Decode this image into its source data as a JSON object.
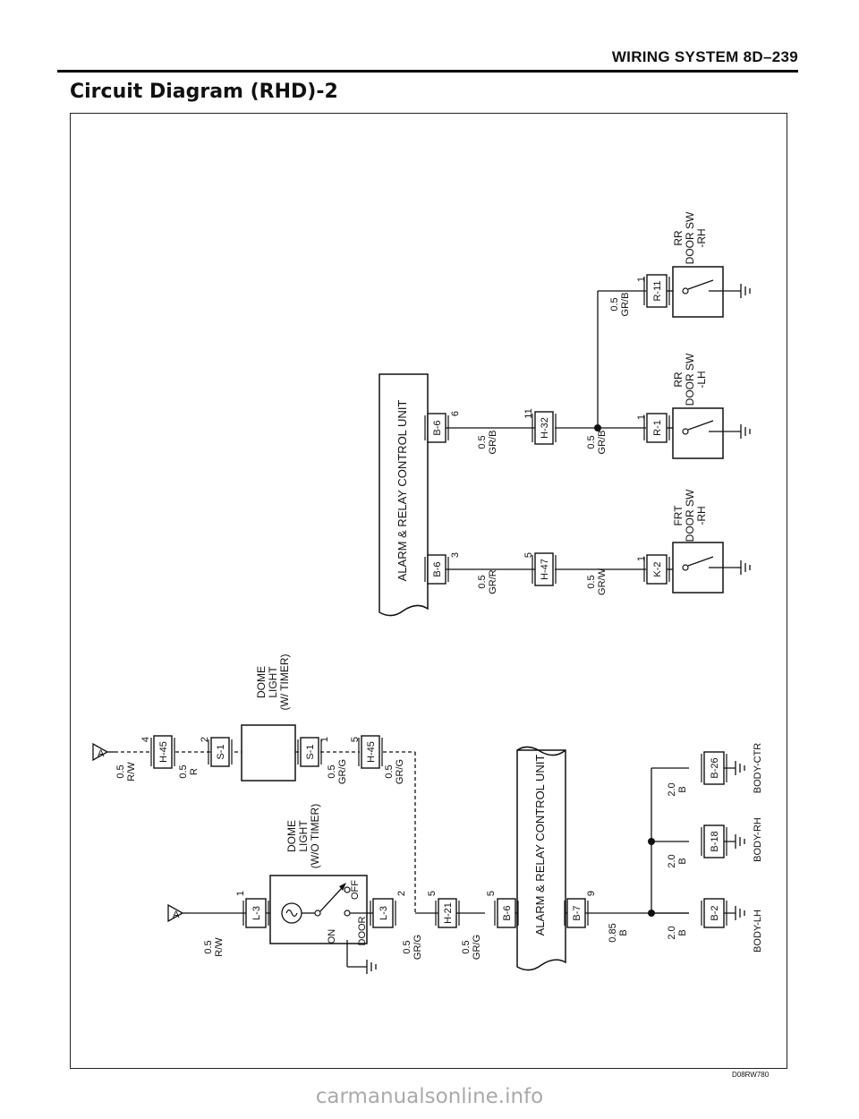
{
  "header": {
    "text": "WIRING SYSTEM   8D–239"
  },
  "title": "Circuit Diagram (RHD)-2",
  "figure_code": "D08RW780",
  "watermark": "carmanualsonline.info",
  "wires": {
    "r_w_1": "0.5\nR/W",
    "r_w_2": "0.5\nR/W",
    "r_1": "0.5\nR",
    "gr_g_1": "0.5\nGR/G",
    "gr_g_2": "0.5\nGR/G",
    "gr_g_3": "0.5\nGR/G",
    "gr_g_4": "0.5\nGR/G",
    "gr_r": "0.5\nGR/R",
    "gr_w": "0.5\nGR/W",
    "gr_b_1": "0.5\nGR/B",
    "gr_b_2": "0.5\nGR/B",
    "gr_b_3": "0.5\nGR/B",
    "b_085": "0.85\nB",
    "b_2_1": "2.0\nB",
    "b_2_2": "2.0\nB",
    "b_2_3": "2.0\nB"
  },
  "connectors": {
    "l3a": "L-3",
    "l3b": "L-3",
    "h21": "H-21",
    "b6a": "B-6",
    "b7": "B-7",
    "b2": "B-2",
    "b18": "B-18",
    "b26": "B-26",
    "h45a": "H-45",
    "s1a": "S-1",
    "s1b": "S-1",
    "h45b": "H-45",
    "b6b": "B-6",
    "b6c": "B-6",
    "h47": "H-47",
    "h32": "H-32",
    "k2": "K-2",
    "r1": "R-1",
    "r11": "R-11"
  },
  "pins": {
    "l3a": "1",
    "l3b": "2",
    "h21": "5",
    "b6a": "5",
    "b7": "9",
    "h45a": "4",
    "s1a": "2",
    "s1b": "1",
    "h45b": "5",
    "b6b": "3",
    "b6c": "6",
    "h47": "5",
    "h32": "11",
    "k2": "1",
    "r1": "1",
    "r11": "1"
  },
  "components": {
    "dome_wo_timer": "DOME\nLIGHT\n(W/O TIMER)",
    "dome_w_timer": "DOME\nLIGHT\n(W/ TIMER)",
    "alarm_unit_1": "ALARM & RELAY CONTROL UNIT",
    "alarm_unit_2": "ALARM & RELAY CONTROL UNIT",
    "frt_door_rh": "FRT\nDOOR SW\n-RH",
    "rr_door_lh": "RR\nDOOR SW\n-LH",
    "rr_door_rh": "RR\nDOOR SW\n-RH",
    "switch_on": "ON",
    "switch_door": "DOOR",
    "switch_off": "OFF",
    "ref_a_1": "A",
    "ref_a_2": "A"
  },
  "grounds": {
    "body_lh": "BODY-LH",
    "body_rh": "BODY-RH",
    "body_ctr": "BODY-CTR"
  }
}
